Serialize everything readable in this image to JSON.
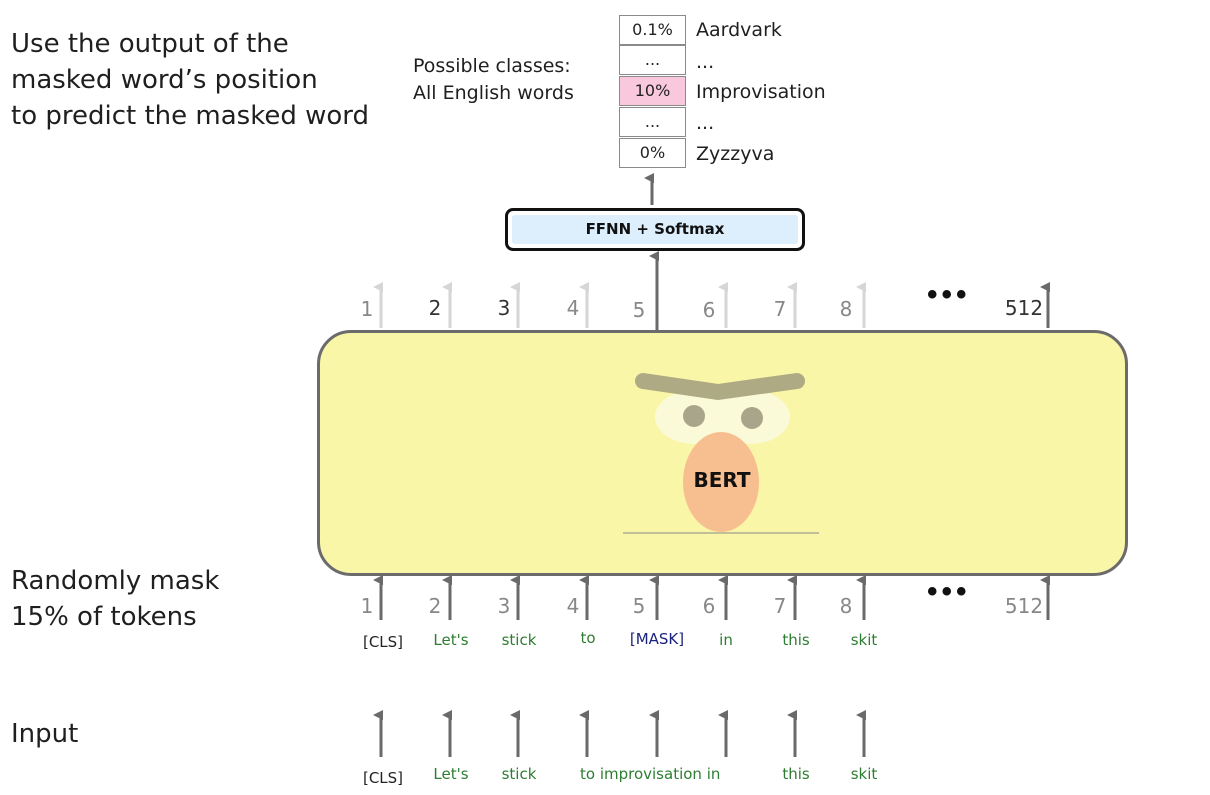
{
  "left_labels": {
    "output_line1": "Use the output of the",
    "output_line2": "masked word’s position",
    "output_line3": "to predict the masked word",
    "mask_line1": "Randomly mask",
    "mask_line2": "15% of tokens",
    "input": "Input"
  },
  "classes_label": {
    "line1": "Possible classes:",
    "line2": "All English words"
  },
  "probabilities": [
    {
      "prob": "0.1%",
      "word": "Aardvark",
      "highlight": false
    },
    {
      "prob": "...",
      "word": "...",
      "highlight": false
    },
    {
      "prob": "10%",
      "word": "Improvisation",
      "highlight": true
    },
    {
      "prob": "...",
      "word": "...",
      "highlight": false
    },
    {
      "prob": "0%",
      "word": "Zyzzyva",
      "highlight": false
    }
  ],
  "ffnn_label": "FFNN + Softmax",
  "model_label": "BERT",
  "positions": [
    "1",
    "2",
    "3",
    "4",
    "5",
    "6",
    "7",
    "8",
    "512"
  ],
  "ellipsis": "•••",
  "masked_tokens": [
    "[CLS]",
    "Let's",
    "stick",
    "to",
    "[MASK]",
    "in",
    "this",
    "skit"
  ],
  "input_tokens": [
    "[CLS]",
    "Let's",
    "stick",
    "to improvisation in",
    "this",
    "skit"
  ],
  "colors": {
    "highlight": "#f9c8dc",
    "bert_fill": "#faf6a8",
    "ffnn_fill": "#ddeefc",
    "token_green": "#2e7d32"
  }
}
